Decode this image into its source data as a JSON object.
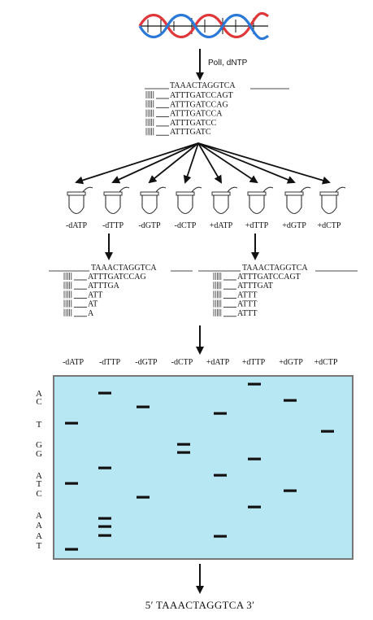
{
  "step_label": "PolI, dNTP",
  "template_top": "TAAACTAGGTCA",
  "extensions_top": [
    "ATTTGATCCAGT",
    "ATTTGATCCAG",
    "ATTTGATCCA",
    "ATTTGATCC",
    "ATTTGATC"
  ],
  "tubes": [
    "-dATP",
    "-dTTP",
    "-dGTP",
    "-dCTP",
    "+dATP",
    "+dTTP",
    "+dGTP",
    "+dCTP"
  ],
  "example_left": {
    "template": "TAAACTAGGTCA",
    "extensions": [
      "ATTTGATCCAG",
      "ATTTGA",
      "ATT",
      "AT",
      "A"
    ]
  },
  "example_right": {
    "template": "TAAACTAGGTCA",
    "extensions": [
      "ATTTGATCCAGT",
      "ATTTGAT",
      "ATTT",
      "ATTT",
      "ATTT"
    ]
  },
  "gel_lanes": [
    "-dATP",
    "-dTTP",
    "-dGTP",
    "-dCTP",
    "+dATP",
    "+dTTP",
    "+dGTP",
    "+dCTP"
  ],
  "gel_side_labels": [
    "A",
    "C",
    "T",
    "G",
    "G",
    "A",
    "T",
    "C",
    "A",
    "A",
    "A",
    "T"
  ],
  "gel_color": "#b7e7f2",
  "helix_colors": {
    "strand_a": "#e0383a",
    "strand_b": "#2a78d8"
  },
  "result": "5′  TAAACTAGGTCA  3′"
}
